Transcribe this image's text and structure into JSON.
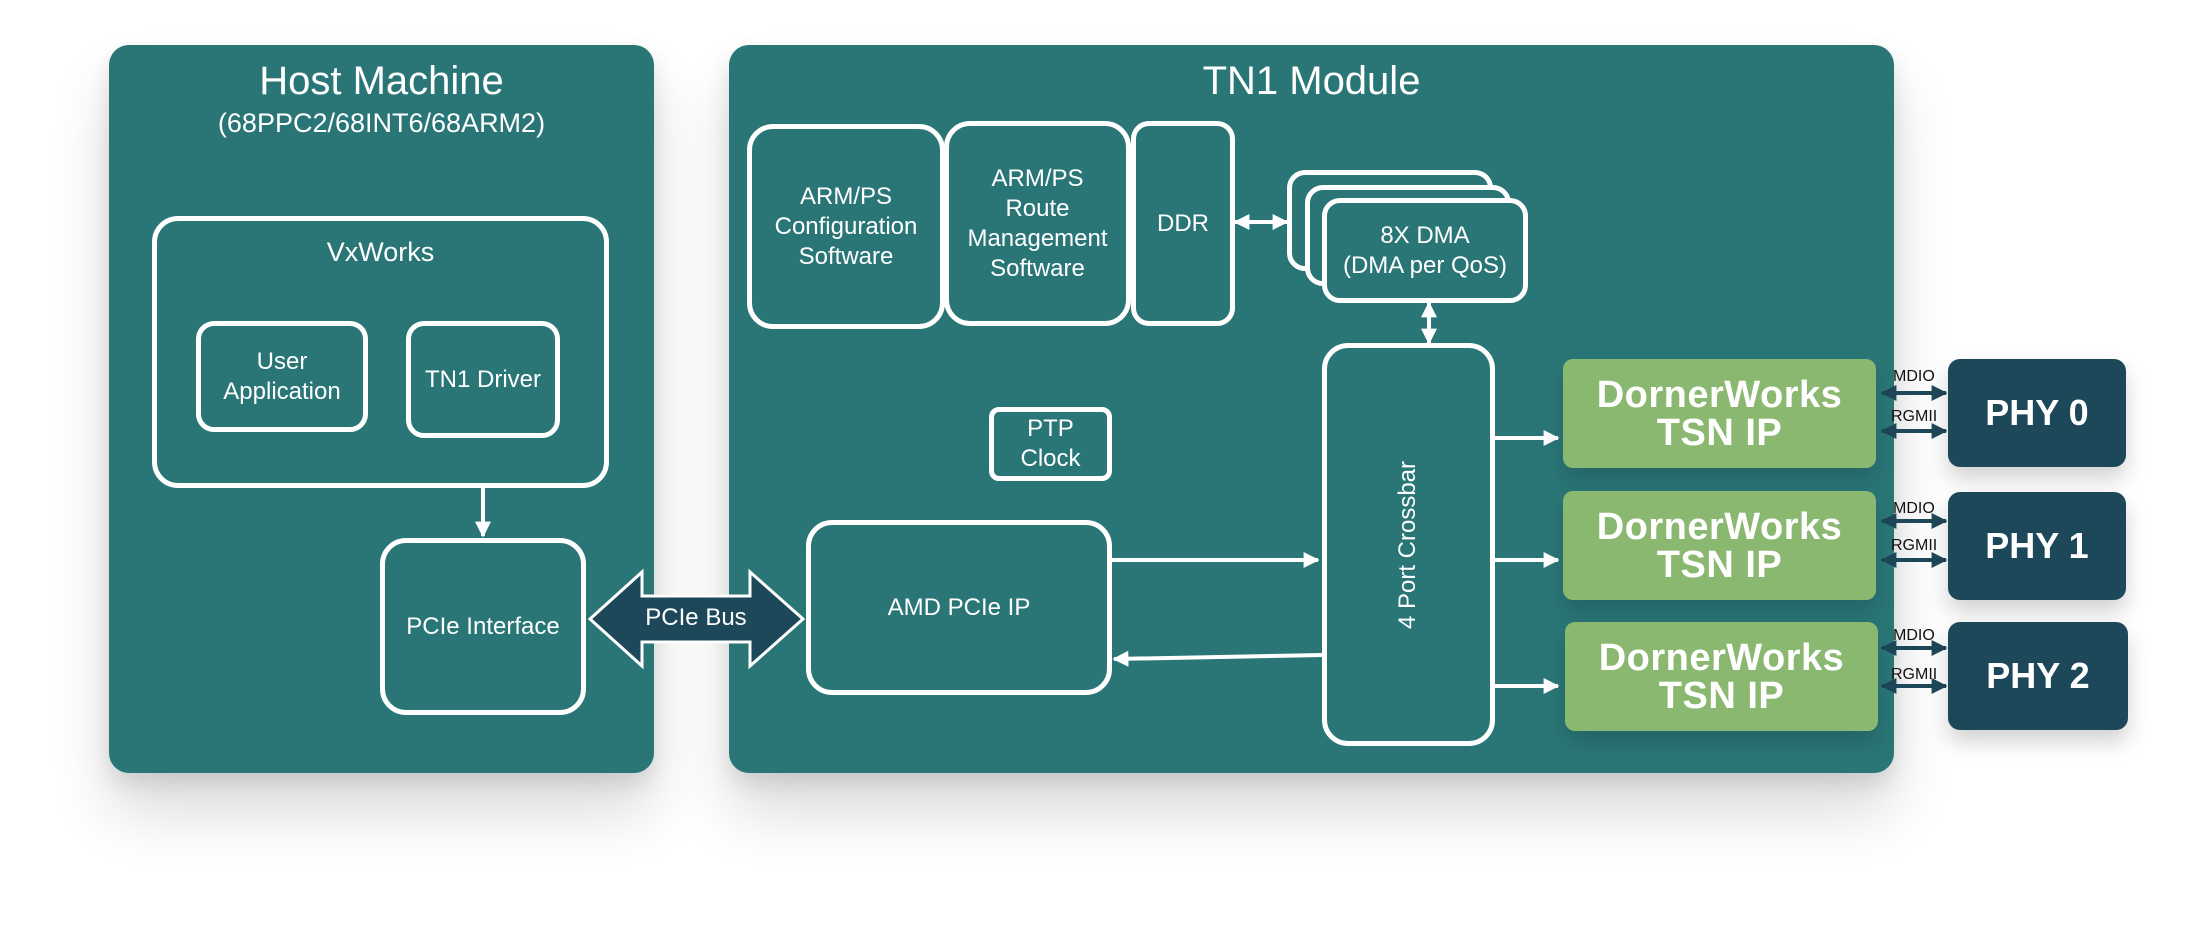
{
  "host": {
    "title": "Host Machine",
    "subtitle": "(68PPC2/68INT6/68ARM2)",
    "vxworks": "VxWorks",
    "user_app": "User\nApplication",
    "driver": "TN1 Driver",
    "pcie_interface": "PCIe Interface"
  },
  "bus": {
    "label": "PCIe Bus"
  },
  "module": {
    "title": "TN1 Module",
    "arm_config": "ARM/PS\nConfiguration\nSoftware",
    "arm_route": "ARM/PS\nRoute\nManagement\nSoftware",
    "ddr": "DDR",
    "dma": "8X DMA\n(DMA per QoS)",
    "ptp": "PTP\nClock",
    "amd_pcie": "AMD PCIe IP",
    "crossbar": "4 Port Crossbar"
  },
  "tsn": [
    {
      "label": "DornerWorks\nTSN IP"
    },
    {
      "label": "DornerWorks\nTSN IP"
    },
    {
      "label": "DornerWorks\nTSN IP"
    }
  ],
  "phys": [
    {
      "label": "PHY 0",
      "mdio": "MDIO",
      "rgmii": "RGMII"
    },
    {
      "label": "PHY 1",
      "mdio": "MDIO",
      "rgmii": "RGMII"
    },
    {
      "label": "PHY 2",
      "mdio": "MDIO",
      "rgmii": "RGMII"
    }
  ],
  "colors": {
    "panel": "#2a7677",
    "tsn": "#8bb871",
    "phy": "#1d4859",
    "connector": "#ffffff",
    "phy_connector": "#1d4859"
  }
}
